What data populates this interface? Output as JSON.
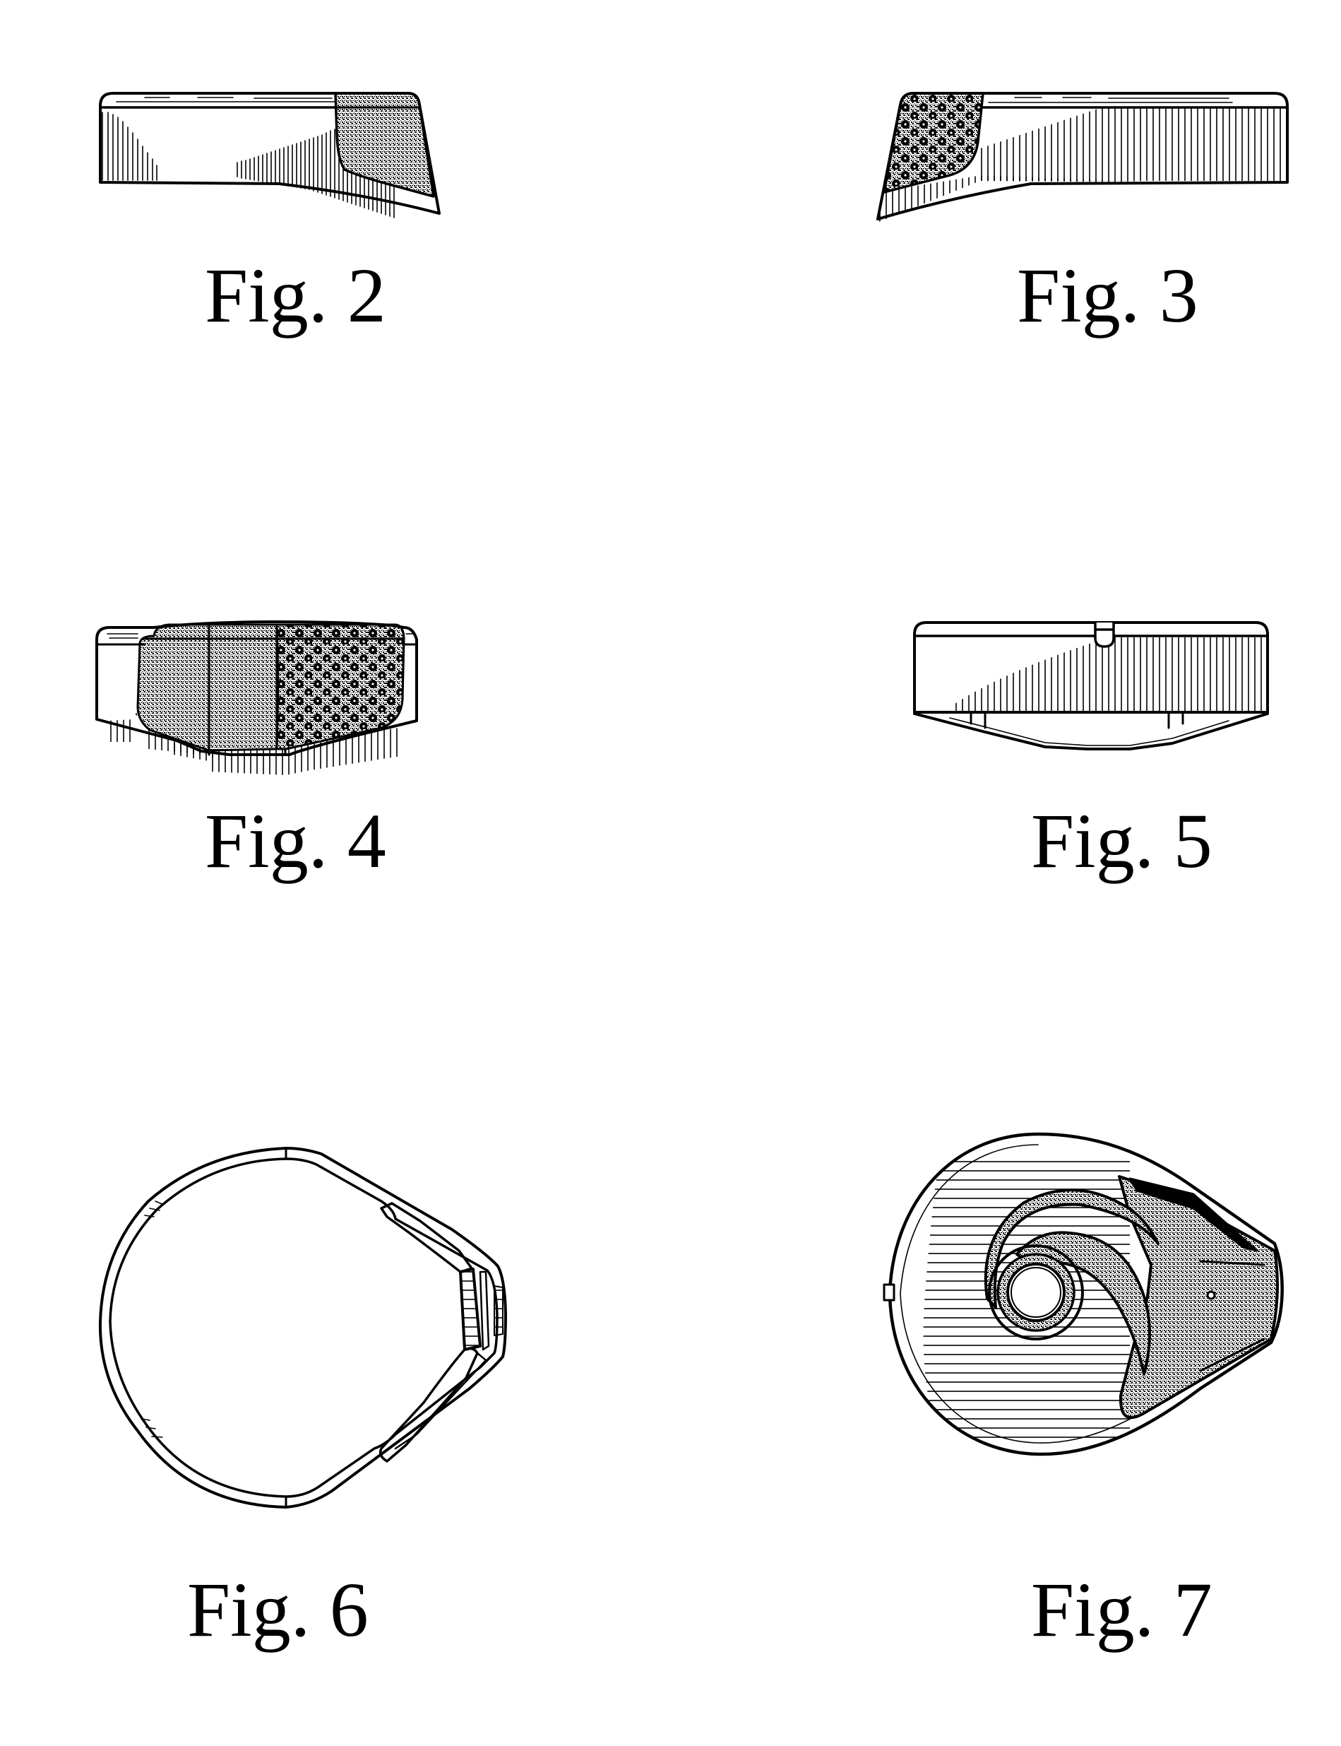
{
  "sheet": {
    "type": "design patent drawing sheet",
    "figures": [
      {
        "id": "fig2",
        "label": "Fig. 2",
        "view": "side elevation, textured panel on right end"
      },
      {
        "id": "fig3",
        "label": "Fig. 3",
        "view": "opposite side elevation, perforated panel on left end"
      },
      {
        "id": "fig4",
        "label": "Fig. 4",
        "view": "front elevation with textured and perforated panels"
      },
      {
        "id": "fig5",
        "label": "Fig. 5",
        "view": "rear elevation with notch at top"
      },
      {
        "id": "fig6",
        "label": "Fig. 6",
        "view": "bottom plan view, ring outline"
      },
      {
        "id": "fig7",
        "label": "Fig. 7",
        "view": "top plan view with spiral swirl pattern"
      }
    ]
  },
  "colors": {
    "ink": "#000000",
    "paper": "#ffffff"
  }
}
